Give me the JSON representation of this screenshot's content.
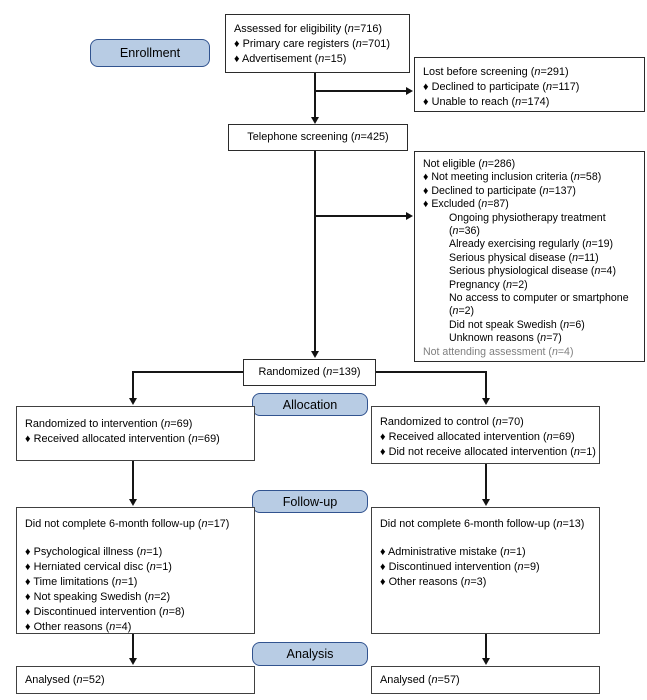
{
  "stages": {
    "enrollment": "Enrollment",
    "allocation": "Allocation",
    "followup": "Follow-up",
    "analysis": "Analysis"
  },
  "boxes": {
    "assessed": {
      "lines": [
        "Assessed for eligibility (n=716)",
        "♦ Primary care registers (n=701)",
        "♦ Advertisement (n=15)"
      ]
    },
    "lost_before_screening": {
      "lines": [
        "Lost before screening (n=291)",
        "♦ Declined to participate (n=117)",
        "♦ Unable to reach (n=174)"
      ]
    },
    "telephone": {
      "lines": [
        "Telephone screening (n=425)"
      ]
    },
    "not_eligible": {
      "lines": [
        "Not eligible (n=286)",
        "♦ Not meeting inclusion criteria (n=58)",
        "♦ Declined to participate (n=137)",
        "♦ Excluded (n=87)",
        "Ongoing physiotherapy treatment",
        "(n=36)",
        "Already exercising regularly (n=19)",
        "Serious physical disease (n=11)",
        "Serious physiological disease (n=4)",
        "Pregnancy (n=2)",
        "No access to computer or smartphone",
        "(n=2)",
        "Did not speak Swedish (n=6)",
        "Unknown reasons (n=7)",
        "Not attending assessment (n=4)"
      ]
    },
    "randomized": {
      "lines": [
        "Randomized (n=139)"
      ]
    },
    "allocation_intervention": {
      "lines": [
        "Randomized to intervention (n=69)",
        "♦ Received allocated intervention (n=69)"
      ]
    },
    "allocation_control": {
      "lines": [
        "Randomized to control (n=70)",
        "♦ Received allocated intervention (n=69)",
        "♦ Did not receive allocated intervention (n=1)"
      ]
    },
    "followup_intervention": {
      "lines": [
        "Did not complete 6-month follow-up (n=17)",
        "♦ Psychological illness (n=1)",
        "♦ Herniated cervical disc (n=1)",
        "♦ Time limitations (n=1)",
        "♦ Not speaking Swedish (n=2)",
        "♦ Discontinued intervention (n=8)",
        "♦ Other reasons (n=4)"
      ]
    },
    "followup_control": {
      "lines": [
        "Did not complete 6-month follow-up (n=13)",
        "♦ Administrative mistake (n=1)",
        "♦ Discontinued intervention (n=9)",
        "♦ Other reasons (n=3)"
      ]
    },
    "analysed_intervention": {
      "lines": [
        "Analysed (n=52)"
      ]
    },
    "analysed_control": {
      "lines": [
        "Analysed (n=57)"
      ]
    }
  },
  "colors": {
    "stage_fill": "#b8cce4",
    "stage_border": "#31538f",
    "box_border": "#404040",
    "arrow": "#111111",
    "muted_text": "#7f7f7f"
  }
}
